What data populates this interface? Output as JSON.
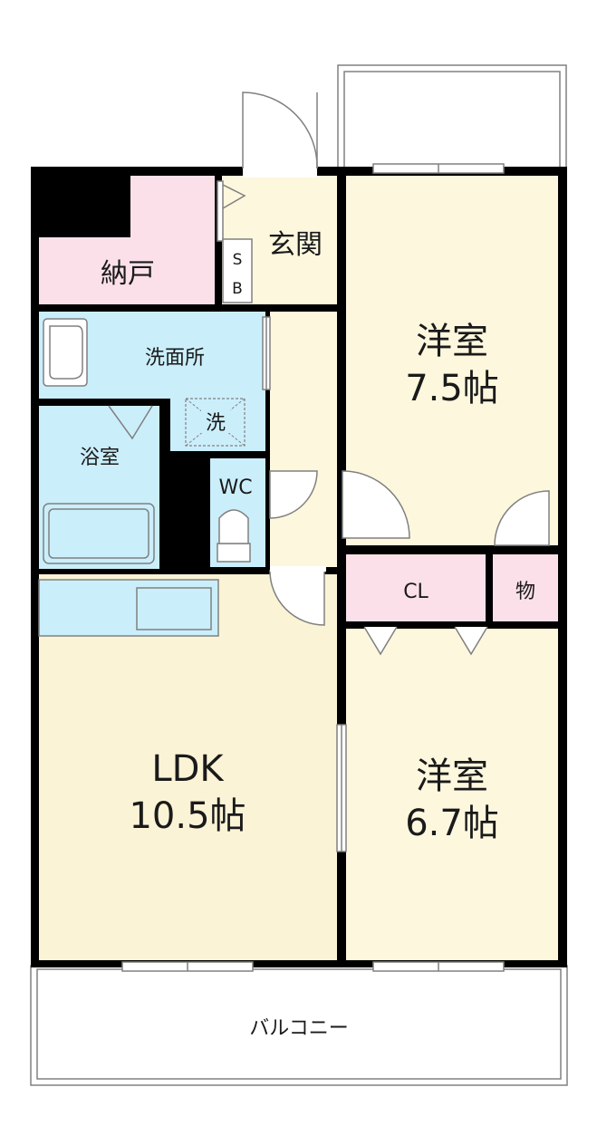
{
  "rooms": {
    "western_7_5": {
      "name": "洋室",
      "size": "7.5帖"
    },
    "western_6_7": {
      "name": "洋室",
      "size": "6.7帖"
    },
    "ldk": {
      "name": "LDK",
      "size": "10.5帖"
    },
    "entrance": "玄関",
    "storage": "納戸",
    "shoe_box": [
      "S",
      "B"
    ],
    "washroom": "洗面所",
    "washer": "洗",
    "bathroom": "浴室",
    "toilet": "WC",
    "closet": "CL",
    "storeroom": "物",
    "balcony": "バルコニー"
  },
  "colors": {
    "wall": "#000000",
    "western_floor": "#fdf7dd",
    "ldk_floor": "#fbf3d6",
    "storage_floor": "#fbe0ea",
    "water_floor": "#cbeefb",
    "outline": "#808080"
  }
}
